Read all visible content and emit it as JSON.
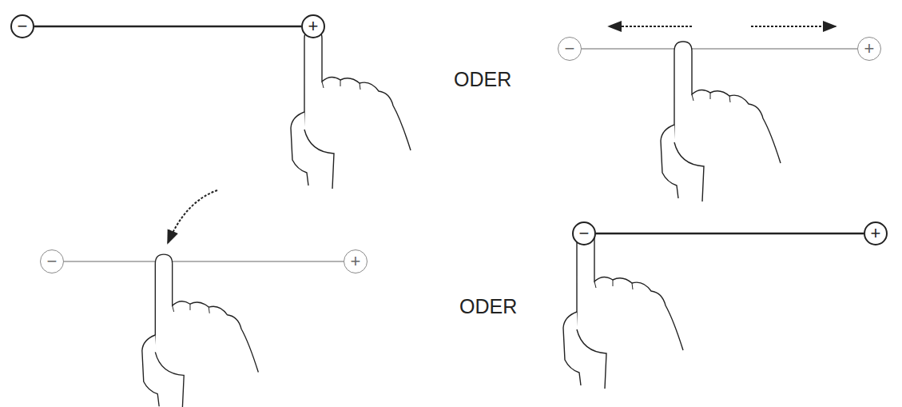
{
  "diagram": {
    "nodes": [
      {
        "text": [
          "−"
        ]
      },
      {
        "text": [
          "+"
        ]
      },
      {
        "text": [
          "−"
        ]
      },
      {
        "text": [
          "+"
        ]
      },
      {
        "text": [
          "−"
        ]
      },
      {
        "text": [
          "+"
        ]
      },
      {
        "text": [
          "−"
        ]
      },
      {
        "text": [
          "+"
        ]
      }
    ],
    "edges": [
      {
        "from": 0,
        "to": 1,
        "arrow": "none"
      },
      {
        "from": 2,
        "to": 3,
        "arrow": "none"
      },
      {
        "from": 4,
        "to": 5,
        "arrow": "none"
      },
      {
        "from": 6,
        "to": 7,
        "arrow": "none"
      }
    ],
    "labels": [
      "ODER",
      "ODER"
    ]
  }
}
